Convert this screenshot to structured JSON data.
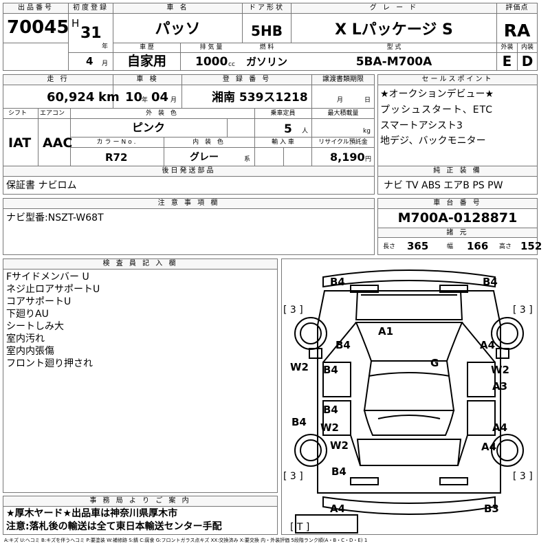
{
  "header": {
    "lot_label": "出品番号",
    "lot": "70045",
    "first_reg_label": "初度登録",
    "era": "H",
    "year": "31",
    "year_unit": "年",
    "month": "4",
    "month_unit": "月",
    "name_label": "車 名",
    "name": "パッソ",
    "door_label": "ドア形状",
    "door": "5HB",
    "grade_label": "グ レ ー ド",
    "grade": "X Lパッケージ S",
    "score_label": "評価点",
    "score": "RA",
    "history_label": "車 歴",
    "history": "自家用",
    "displacement_label": "排 気 量",
    "displacement": "1000",
    "displacement_unit": "cc",
    "fuel_label": "燃 料",
    "fuel": "ガソリン",
    "model_label": "型 式",
    "model": "5BA-M700A",
    "ext_label": "外装",
    "ext": "E",
    "int_label": "内装",
    "int": "D"
  },
  "row2": {
    "mileage_label": "走 行",
    "mileage": "60,924",
    "mileage_unit": "km",
    "inspection_label": "車 検",
    "insp_year": "10",
    "insp_year_unit": "年",
    "insp_month": "04",
    "insp_month_unit": "月",
    "plate_label": "登 録 番 号",
    "plate": "湘南 539ス1218",
    "transfer_label": "譲渡書類期限",
    "transfer_month_unit": "月",
    "transfer_day_unit": "日",
    "shift_label": "シフト",
    "shift": "IAT",
    "ac_label": "エアコン",
    "ac": "AAC",
    "color_label": "外 装 色",
    "color": "ピンク",
    "capacity_label": "乗車定員",
    "capacity": "5",
    "capacity_unit": "人",
    "load_label": "最大積載量",
    "load_unit": "kg",
    "colorno_label": "カラーNo.",
    "colorno": "R72",
    "interior_label": "内 装 色",
    "interior": "グレー",
    "interior_unit": "系",
    "import_label": "輸 入 車",
    "recycle_label": "リサイクル預託金",
    "recycle": "8,190",
    "recycle_unit": "円"
  },
  "sales": {
    "label": "セールスポイント",
    "lines": [
      "★オークションデビュー★",
      "プッシュスタート、ETC",
      "スマートアシスト3",
      "地デジ、バックモニター"
    ]
  },
  "later": {
    "label": "後日発送部品",
    "value": "保証書 ナビロム"
  },
  "equip": {
    "label": "純 正 装 備",
    "value": "ナビ TV ABS エアB PS PW"
  },
  "notes": {
    "label": "注 意 事 項 欄",
    "value": "ナビ型番:NSZT-W68T"
  },
  "chassis": {
    "label": "車 台 番 号",
    "value": "M700A-0128871",
    "spec_label": "諸 元",
    "length_label": "長さ",
    "length": "365",
    "width_label": "幅",
    "width": "166",
    "height_label": "高さ",
    "height": "152"
  },
  "inspector": {
    "label": "検 査 員 記 入 欄",
    "lines": [
      "Fサイドメンバー U",
      "ネジ止ロアサポートU",
      "コアサポートU",
      "下廻りAU",
      "シートしみ大",
      "室内汚れ",
      "室内内張傷",
      "フロント廻り押され"
    ]
  },
  "office": {
    "label": "事 務 局 よ り ご 案 内",
    "line1": "★厚木ヤード★出品車は神奈川県厚木市",
    "line2": "注意:落札後の輸送は全て東日本輸送センター手配"
  },
  "diagram": {
    "marks": {
      "b4_tl": "B4",
      "b4_tr": "B4",
      "a1": "A1",
      "b4_hood": "B4",
      "a4_fr": "A4",
      "g": "G",
      "w2_l": "W2",
      "b4_l1": "B4",
      "w2_r": "W2",
      "a3": "A3",
      "b4_l2": "B4",
      "b4_lside": "B4",
      "w2_l2": "W2",
      "a4_r2": "A4",
      "w2_l3": "W2",
      "a4_r3": "A4",
      "b4_rear": "B4",
      "a4_bl": "A4",
      "b3_br": "B3"
    },
    "tire_tl": "[ 3 ]",
    "tire_tr": "[ 3 ]",
    "tire_bl": "[ 3 ]",
    "tire_br": "[ 3 ]",
    "spare": "[ T ]"
  },
  "legend": "A:キズ U:ヘコミ B:キズを伴うヘコミ P:要塗装 W:補修跡 S:錆 C:腐食 G:フロントガラス点キズ XX:交換済み X:要交換 内・外装評価 5段階ランク順(A・B・C・D・E) 1"
}
